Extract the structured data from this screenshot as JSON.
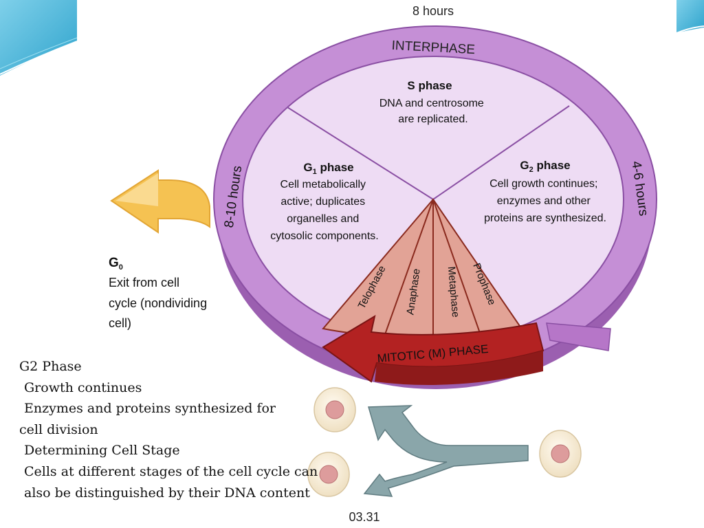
{
  "diagram": {
    "top_duration": "8 hours",
    "interphase_label": "INTERPHASE",
    "s_phase": {
      "title": "S phase",
      "lines": [
        "DNA and centrosome",
        "are replicated."
      ]
    },
    "g1_phase": {
      "title": "G",
      "sub": "1",
      "title_suffix": " phase",
      "lines": [
        "Cell metabolically",
        "active; duplicates",
        "organelles and",
        "cytosolic components."
      ]
    },
    "g2_phase": {
      "title": "G",
      "sub": "2",
      "title_suffix": " phase",
      "lines": [
        "Cell growth continues;",
        "enzymes and other",
        "proteins are synthesized."
      ]
    },
    "left_duration": "8-10 hours",
    "right_duration": "4-6 hours",
    "mitotic_phases": [
      "Telophase",
      "Anaphase",
      "Metaphase",
      "Prophase"
    ],
    "mitotic_label": "MITOTIC (M) PHASE",
    "g0": {
      "title": "G",
      "sub": "0",
      "lines": [
        "Exit from cell",
        "cycle (nondividing",
        "cell)"
      ]
    },
    "figure_number": "03.31"
  },
  "text": {
    "line1": "G2 Phase",
    "line2": "Growth continues",
    "line3": "Enzymes and proteins synthesized for",
    "line4": "cell division",
    "line5": "Determining Cell Stage",
    "line6": "Cells at different stages of the cell cycle can",
    "line7": "also be distinguished by their DNA content"
  },
  "colors": {
    "interphase_ring": "#c58fd6",
    "interphase_fill": "#eedcf4",
    "mitotic_arrow": "#b32222",
    "mitotic_wedge": "#e2a396",
    "g0_arrow": "#f5c252",
    "gray_arrow": "#8aa6aa",
    "cell_fill": "#f6ecd6",
    "nucleus": "#dd9c9c",
    "slide_accent": "#4bb6d8"
  }
}
